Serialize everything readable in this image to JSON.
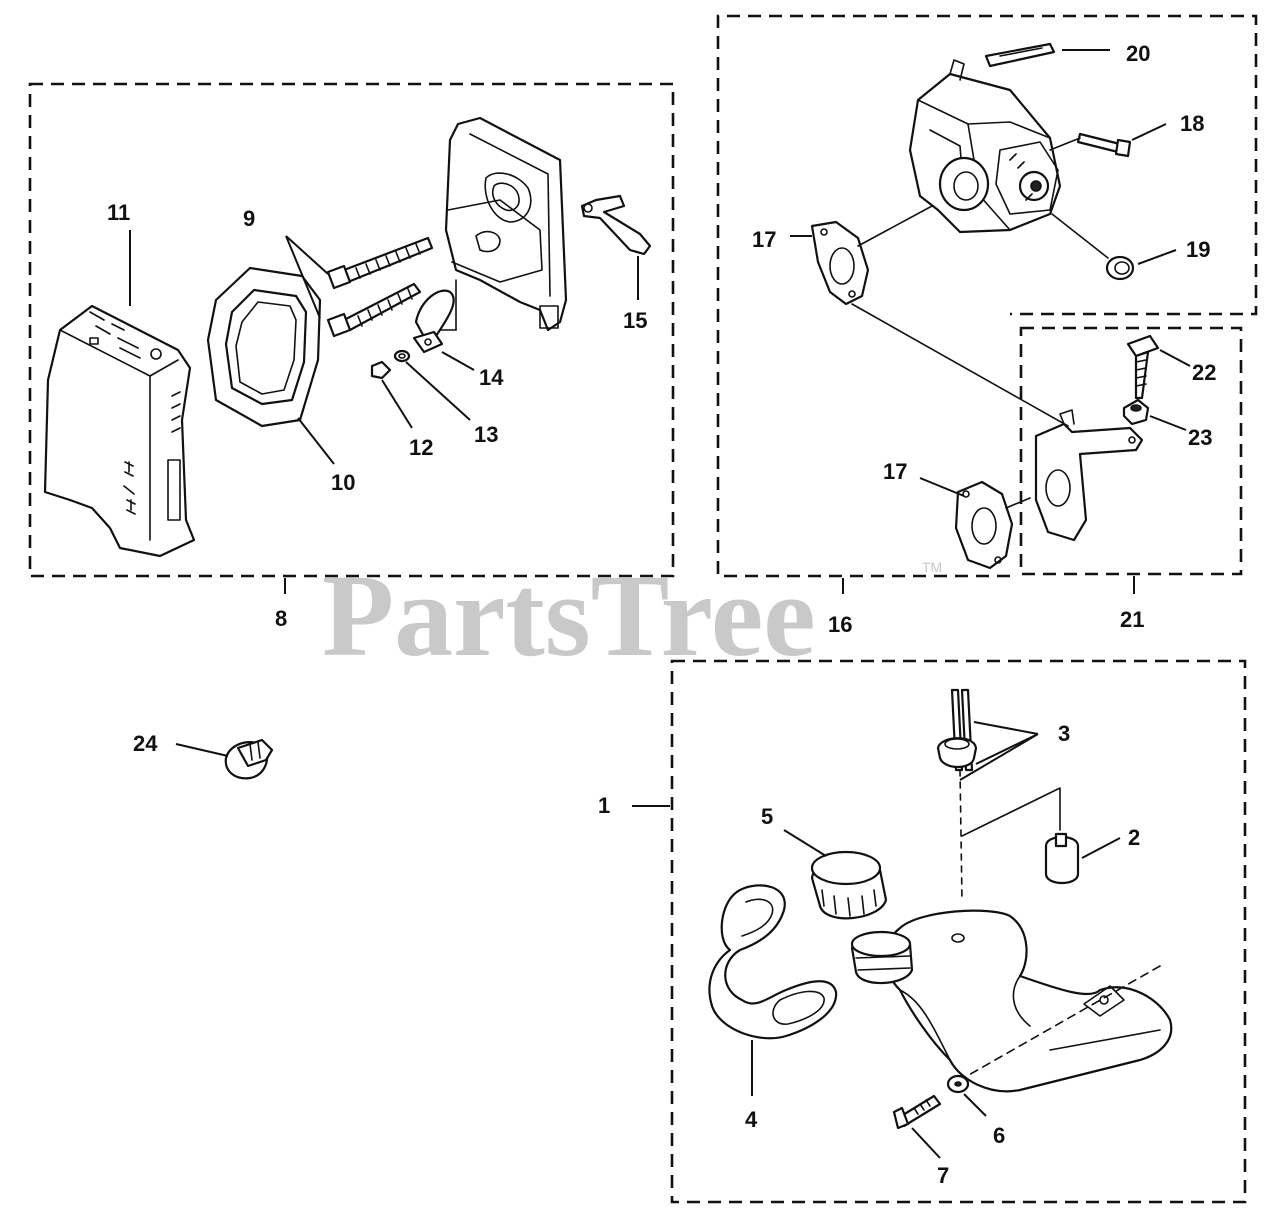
{
  "watermark": {
    "text": "PartsTree",
    "trademark": "TM"
  },
  "assemblies": {
    "air_filter": "8",
    "carburetor": "16",
    "adapter": "21",
    "fuel_tank": "1"
  },
  "callouts": {
    "p2": "2",
    "p3": "3",
    "p4": "4",
    "p5": "5",
    "p6": "6",
    "p7": "7",
    "p9": "9",
    "p10": "10",
    "p11": "11",
    "p12": "12",
    "p13": "13",
    "p14": "14",
    "p15": "15",
    "p17a": "17",
    "p17b": "17",
    "p18": "18",
    "p19": "19",
    "p20": "20",
    "p22": "22",
    "p23": "23",
    "p24": "24"
  }
}
